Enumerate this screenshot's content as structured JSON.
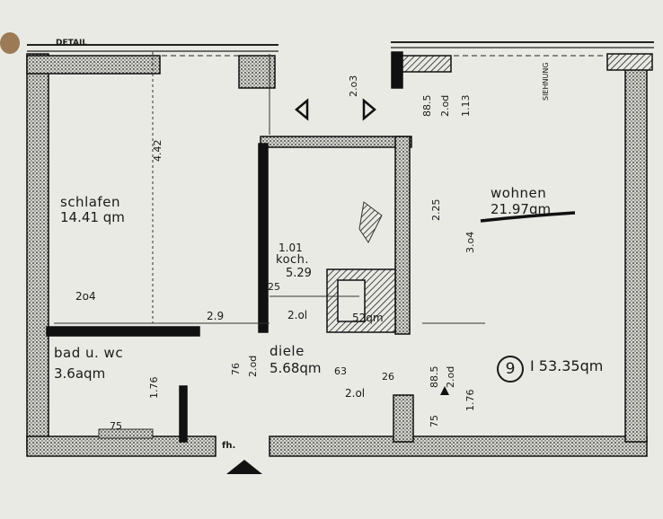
{
  "header": {
    "detail_label": "DETAIL",
    "right_label": "SIEHNUNG"
  },
  "rooms": {
    "schlafen": {
      "name": "schlafen",
      "area": "14.41 qm"
    },
    "wohnen": {
      "name": "wohnen",
      "area": "21.97qm"
    },
    "kochen": {
      "name_1": "1.01",
      "name_2": "koch.",
      "area": "5.29"
    },
    "bad": {
      "name": "bad u. wc",
      "area": "3.6aqm"
    },
    "diele": {
      "name": "diele",
      "area": "5.68qm"
    },
    "abstell": {
      "area": "52qm"
    }
  },
  "dimensions": {
    "d_442": "4.42",
    "d_2o4": "2o4",
    "d_25": "25",
    "d_29": "2.9",
    "d_201a": "2.ol",
    "d_76": "76",
    "d_2od": "2.od",
    "d_176a": "1.76",
    "d_75a": "75",
    "d_63": "63",
    "d_201b": "2.ol",
    "d_26": "26",
    "d_885": "88.5",
    "d_2od_b": "2.od",
    "d_176b": "1.76",
    "d_75b": "75",
    "d_2o3": "2.o3",
    "d_885_top": "88.5",
    "d_2od_top": "2.od",
    "d_113": "1.13",
    "d_225": "2.25",
    "d_3o4": "3.o4"
  },
  "unit": {
    "number": "9",
    "total": "I  53.35qm"
  },
  "entrance_label": "fh."
}
